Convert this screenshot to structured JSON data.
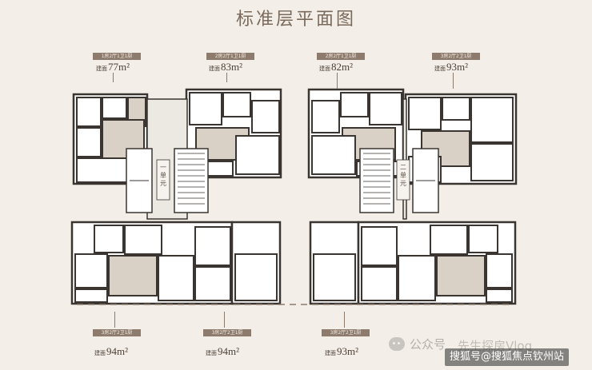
{
  "title": "标准层平面图",
  "units": [
    {
      "tag": "1房2厅1卫1厨",
      "prefix": "建面",
      "area": "77",
      "unit": "m²"
    },
    {
      "tag": "2房2厅1卫1厨",
      "prefix": "建面",
      "area": "83",
      "unit": "m²"
    },
    {
      "tag": "2房2厅1卫1厨",
      "prefix": "建面",
      "area": "82",
      "unit": "m²"
    },
    {
      "tag": "3房2厅2卫1厨",
      "prefix": "建面",
      "area": "93",
      "unit": "m²"
    },
    {
      "tag": "3房2厅2卫1厨",
      "prefix": "建面",
      "area": "94",
      "unit": "m²"
    },
    {
      "tag": "3房2厅2卫1厨",
      "prefix": "建面",
      "area": "94",
      "unit": "m²"
    },
    {
      "tag": "3房2厅2卫1厨",
      "prefix": "建面",
      "area": "93",
      "unit": "m²"
    }
  ],
  "cores": [
    {
      "label": "一单元"
    },
    {
      "label": "二单元"
    }
  ],
  "watermarks": {
    "wechat": "公众号",
    "channel": "先生探房Vlog",
    "sohu": "搜狐号@搜狐焦点钦州站"
  },
  "colors": {
    "background": "#f3efe8",
    "wall": "#3a3531",
    "floor": "#ffffff",
    "living": "#d9d1c6",
    "tag": "#8d7b6d"
  }
}
